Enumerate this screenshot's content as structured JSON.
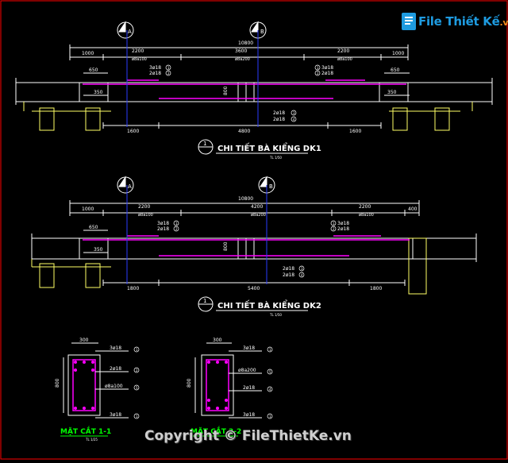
{
  "brand": {
    "name_main": "File Thiết Kế",
    "name_suffix": ".vn"
  },
  "copyright": "Copyright © FileThietKe.vn",
  "dk1": {
    "title": "CHI TIẾT BÀ KIỂNG DK1",
    "scale": "TL 1/50",
    "section_no": "1",
    "total": "10800",
    "top_dims": [
      "1000",
      "2200",
      "3600",
      "2200",
      "1000"
    ],
    "stirrups": [
      "ø8a100",
      "ø8a200",
      "ø8a100"
    ],
    "bottom_dims": [
      "1600",
      "4800",
      "1600"
    ],
    "small_dims": [
      "650",
      "650",
      "350",
      "350"
    ],
    "height": "800",
    "bar_left": [
      "3ø18",
      "2ø18"
    ],
    "bar_right": [
      "3ø18",
      "2ø18"
    ],
    "bar_bottom": [
      "2ø18",
      "2ø18"
    ],
    "marks_left": [
      "1",
      "2"
    ],
    "marks_right": [
      "1",
      "2"
    ],
    "marks_bottom": [
      "3",
      "4"
    ]
  },
  "dk2": {
    "title": "CHI TIẾT BÀ KIỂNG DK2",
    "scale": "TL 1/50",
    "section_no": "1",
    "total": "10800",
    "top_dims": [
      "1000",
      "2200",
      "4200",
      "2200",
      "400"
    ],
    "stirrups": [
      "ø8a100",
      "ø8a200",
      "ø8a100"
    ],
    "bottom_dims": [
      "1800",
      "5400",
      "1800"
    ],
    "small_dims": [
      "650",
      "350"
    ],
    "height": "800",
    "bar_left": [
      "3ø18",
      "2ø18"
    ],
    "bar_right": [
      "3ø18",
      "2ø18"
    ],
    "bar_bottom": [
      "2ø18",
      "2ø18"
    ],
    "marks_left": [
      "1",
      "2"
    ],
    "marks_right": [
      "1",
      "2"
    ],
    "marks_bottom": [
      "3",
      "4"
    ]
  },
  "sec1": {
    "title": "MẶT CẮT 1-1",
    "scale": "TL 1/25",
    "width": "300",
    "height": "800",
    "labels": [
      "3ø18",
      "2ø18",
      "ø8a100",
      "3ø18"
    ],
    "marks": [
      "1",
      "2",
      "5",
      "1"
    ]
  },
  "sec2": {
    "title": "MẶT CẮT 2-2",
    "scale": "TL 1/25",
    "width": "300",
    "height": "800",
    "labels": [
      "3ø18",
      "ø8a200",
      "2ø18",
      "3ø18"
    ],
    "marks": [
      "1",
      "5",
      "4",
      "1"
    ]
  },
  "axis_marks": [
    "A",
    "B",
    "A",
    "B"
  ],
  "colors": {
    "background": "#000000",
    "frame": "#ff0000",
    "white": "#ffffff",
    "magenta": "#ff00ff",
    "blue": "#2a3cff",
    "green": "#00ff00",
    "yellow": "#ffff66",
    "gray": "#8a8a8a"
  }
}
